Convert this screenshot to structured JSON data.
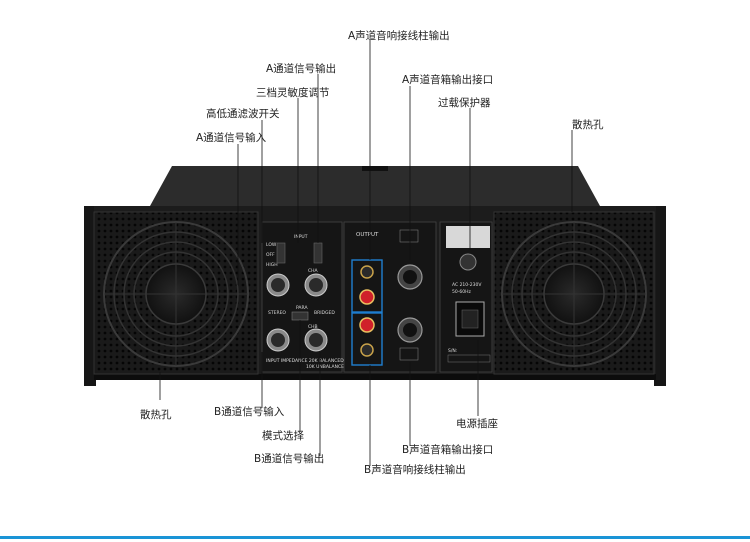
{
  "callouts": {
    "a_terminal_out": "A声道音响接线柱输出",
    "a_signal_out": "A通道信号输出",
    "a_speakon_out": "A声道音箱输出接口",
    "sensitivity": "三档灵敏度调节",
    "overload": "过载保护器",
    "lowpass": "高低通滤波开关",
    "vent_right": "散热孔",
    "a_signal_in": "A通道信号输入",
    "vent_left": "散热孔",
    "b_signal_in": "B通道信号输入",
    "power_socket": "电源插座",
    "mode_select": "模式选择",
    "b_speakon_out": "B声道音箱输出接口",
    "b_signal_out": "B通道信号输出",
    "b_terminal_out": "B声道音响接线柱输出"
  },
  "panel": {
    "output": "OUTPUT",
    "input": "INPUT",
    "stereo": "STEREO",
    "para": "PARA",
    "bridged": "BRIDGED",
    "ch_a": "CHA",
    "ch_b": "CHB",
    "input_bottom": "INPUT  IMPEDANCE  20K  BALANCED",
    "unbalanced": "10K  UNBALANCED",
    "ac": "AC 210-230V",
    "hz": "50-60Hz",
    "sn": "S/N:",
    "low": "LOW",
    "off": "OFF",
    "high": "HIGH"
  },
  "colors": {
    "accent": "#1a94d6",
    "terminal_red": "#d0202a",
    "chassis": "#1b1b1b",
    "highlight_box": "#1f7fd0"
  }
}
